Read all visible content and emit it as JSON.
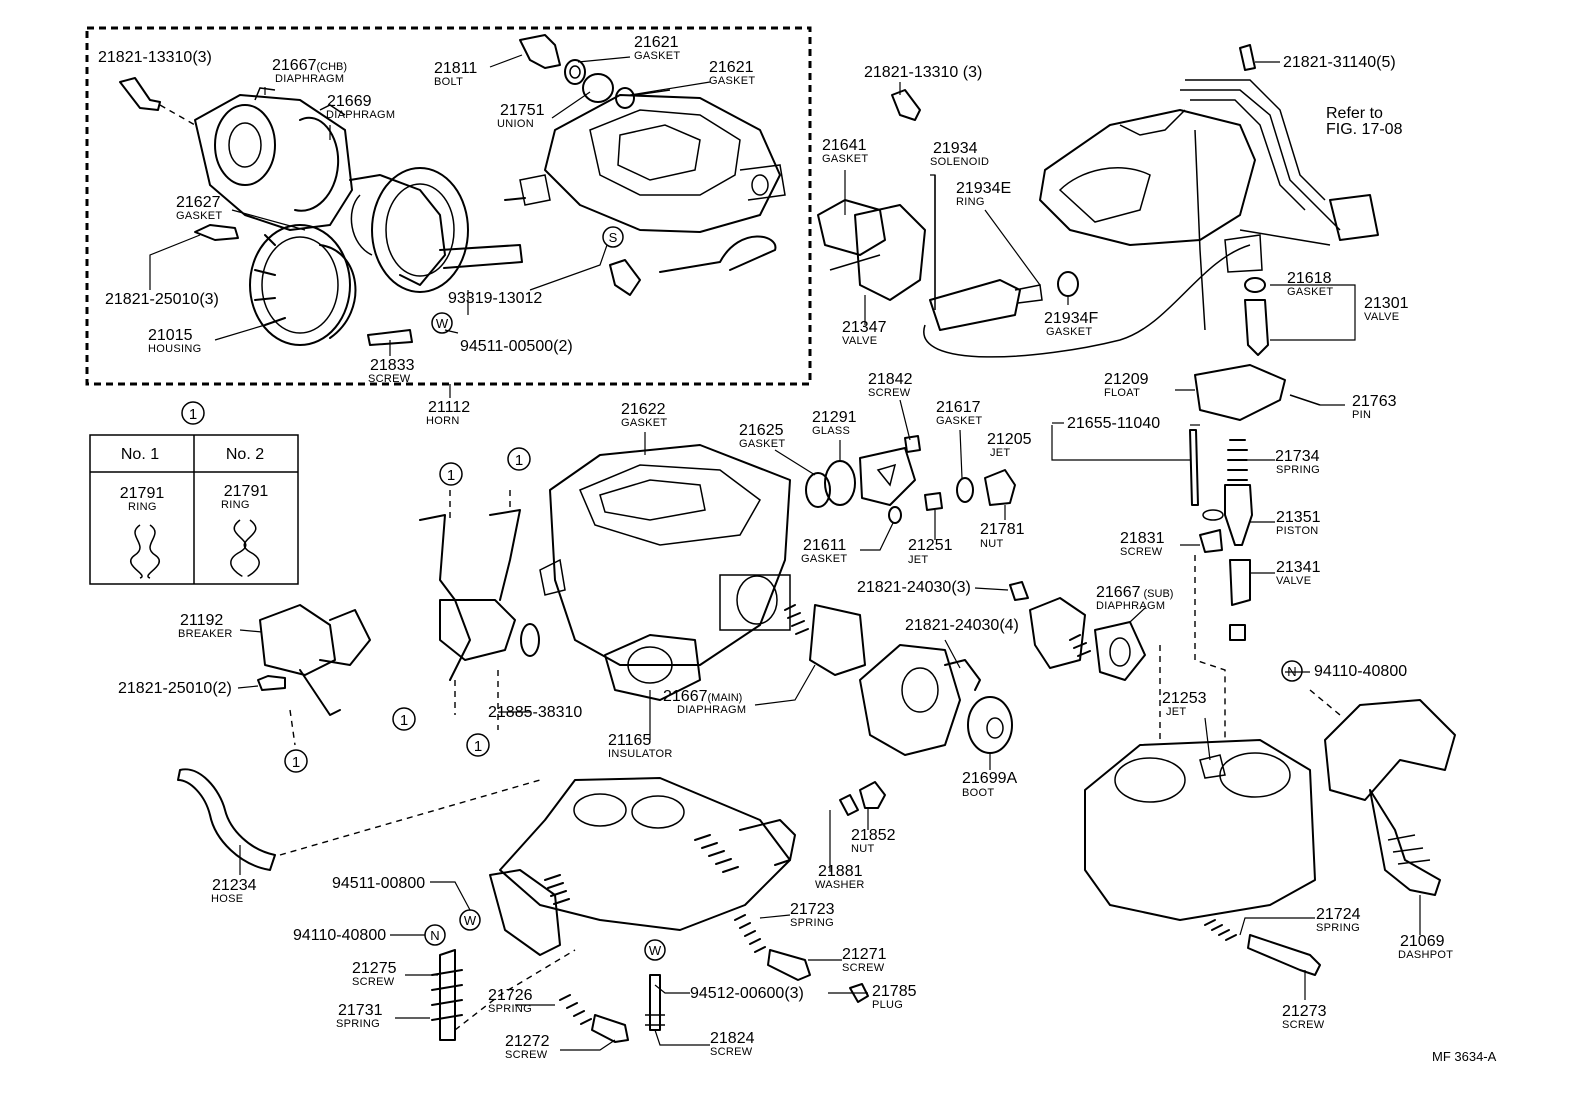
{
  "figure_ref": "MF 3634-A",
  "refer_note": {
    "line1": "Refer to",
    "line2": "FIG. 17-08"
  },
  "callout_table": {
    "marker": "1",
    "headers": [
      "No. 1",
      "No. 2"
    ],
    "cells": [
      {
        "number": "21791",
        "name": "RING"
      },
      {
        "number": "21791",
        "name": "RING"
      }
    ]
  },
  "symbols": {
    "S": "S",
    "W": "W",
    "N": "N",
    "one": "1"
  },
  "parts": [
    {
      "number": "21821-13310(3)"
    },
    {
      "number": "21667",
      "suffix": "(CHB)",
      "name": "DIAPHRAGM"
    },
    {
      "number": "21669",
      "name": "DIAPHRAGM"
    },
    {
      "number": "21811",
      "name": "BOLT"
    },
    {
      "number": "21621",
      "name": "GASKET"
    },
    {
      "number": "21621",
      "name": "GASKET"
    },
    {
      "number": "21751",
      "name": "UNION"
    },
    {
      "number": "21627",
      "name": "GASKET"
    },
    {
      "number": "21821-25010(3)"
    },
    {
      "number": "21015",
      "name": "HOUSING"
    },
    {
      "number": "21833",
      "name": "SCREW"
    },
    {
      "number": "94511-00500(2)"
    },
    {
      "number": "93319-13012"
    },
    {
      "number": "21112",
      "name": "HORN"
    },
    {
      "number": "21821-13310 (3)"
    },
    {
      "number": "21641",
      "name": "GASKET"
    },
    {
      "number": "21934",
      "name": "SOLENOID"
    },
    {
      "number": "21934E",
      "name": "RING"
    },
    {
      "number": "21347",
      "name": "VALVE"
    },
    {
      "number": "21934F",
      "name": "GASKET"
    },
    {
      "number": "21821-31140(5)"
    },
    {
      "number": "21618",
      "name": "GASKET"
    },
    {
      "number": "21301",
      "name": "VALVE"
    },
    {
      "number": "21209",
      "name": "FLOAT"
    },
    {
      "number": "21763",
      "name": "PIN"
    },
    {
      "number": "21842",
      "name": "SCREW"
    },
    {
      "number": "21622",
      "name": "GASKET"
    },
    {
      "number": "21625",
      "name": "GASKET"
    },
    {
      "number": "21291",
      "name": "GLASS"
    },
    {
      "number": "21617",
      "name": "GASKET"
    },
    {
      "number": "21205",
      "name": "JET"
    },
    {
      "number": "21655-11040"
    },
    {
      "number": "21734",
      "name": "SPRING"
    },
    {
      "number": "21351",
      "name": "PISTON"
    },
    {
      "number": "21831",
      "name": "SCREW"
    },
    {
      "number": "21341",
      "name": "VALVE"
    },
    {
      "number": "21611",
      "name": "GASKET"
    },
    {
      "number": "21251",
      "name": "JET"
    },
    {
      "number": "21781",
      "name": "NUT"
    },
    {
      "number": "21821-24030(3)"
    },
    {
      "number": "21667",
      "suffix": "(SUB)",
      "name": "DIAPHRAGM"
    },
    {
      "number": "21821-24030(4)"
    },
    {
      "number": "21192",
      "name": "BREAKER"
    },
    {
      "number": "21821-25010(2)"
    },
    {
      "number": "21885-38310"
    },
    {
      "number": "21165",
      "name": "INSULATOR"
    },
    {
      "number": "21667",
      "suffix": "(MAIN)",
      "name": "DIAPHRAGM"
    },
    {
      "number": "21699A",
      "name": "BOOT"
    },
    {
      "number": "94110-40800"
    },
    {
      "number": "21253",
      "name": "JET"
    },
    {
      "number": "21234",
      "name": "HOSE"
    },
    {
      "number": "94511-00800"
    },
    {
      "number": "94110-40800"
    },
    {
      "number": "21275",
      "name": "SCREW"
    },
    {
      "number": "21731",
      "name": "SPRING"
    },
    {
      "number": "21726",
      "name": "SPRING"
    },
    {
      "number": "21272",
      "name": "SCREW"
    },
    {
      "number": "21824",
      "name": "SCREW"
    },
    {
      "number": "94512-00600(3)"
    },
    {
      "number": "21785",
      "name": "PLUG"
    },
    {
      "number": "21723",
      "name": "SPRING"
    },
    {
      "number": "21271",
      "name": "SCREW"
    },
    {
      "number": "21881",
      "name": "WASHER"
    },
    {
      "number": "21852",
      "name": "NUT"
    },
    {
      "number": "21724",
      "name": "SPRING"
    },
    {
      "number": "21273",
      "name": "SCREW"
    },
    {
      "number": "21069",
      "name": "DASHPOT"
    }
  ]
}
